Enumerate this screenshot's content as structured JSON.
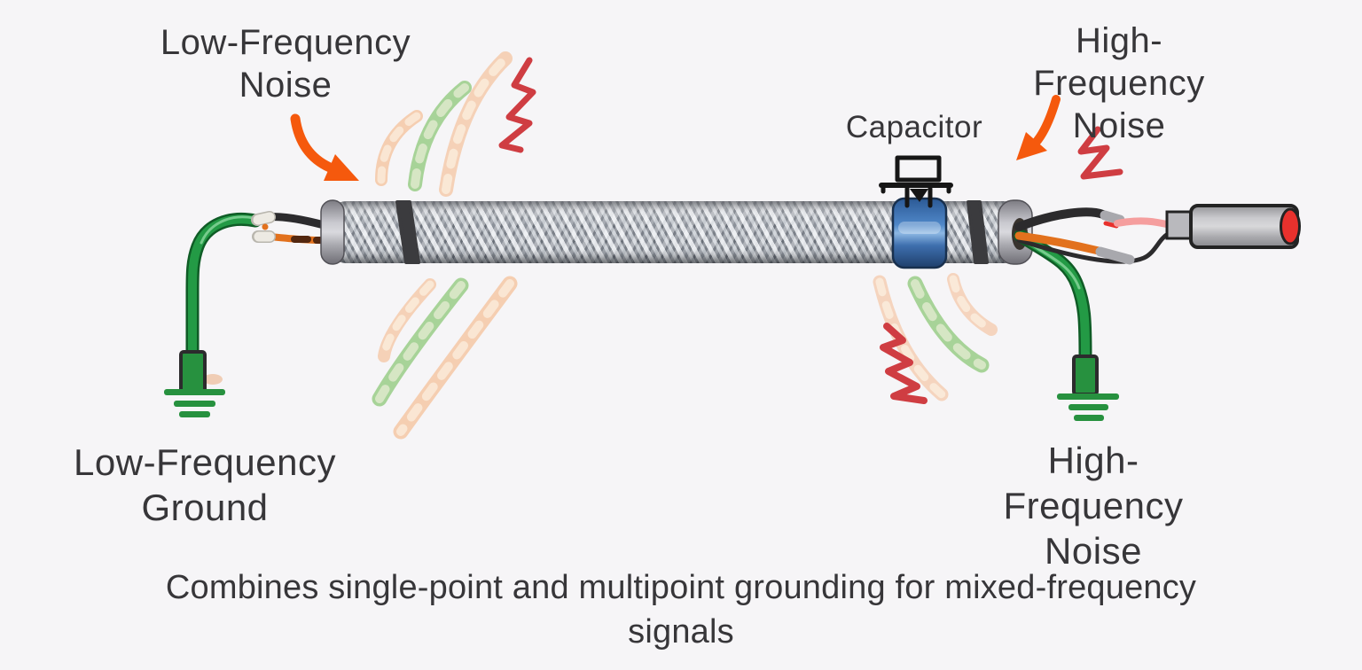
{
  "diagram": {
    "title_region": "hybrid-grounding-shielded-cable",
    "labels": {
      "lf_noise": "Low-Frequency\nNoise",
      "hf_noise_top": "High-Frequency\nNoise",
      "capacitor": "Capacitor",
      "lf_ground": "Low-Frequency\nGround",
      "hf_noise_bottom": "High-Frequency\nNoise",
      "caption": "Combines single-point and multipoint grounding for mixed-frequency\nsignals"
    }
  },
  "colors": {
    "background": "#f6f5f7",
    "text": "#373639",
    "arrow_orange": "#f5590d",
    "zigzag_red": "#cf3d42",
    "wave_orange": "#f4ad78",
    "wave_green": "#94cb7f",
    "wave_dash": "#fdf6ea",
    "wire_green": "#239a45",
    "wire_green_dark": "#0f5c26",
    "wire_green_light": "#7fd094",
    "ground_green": "#27913f",
    "wire_black": "#2c2b2d",
    "wire_orange": "#e2711d",
    "wire_orange_dark": "#53270f",
    "wire_pink": "#f59e9e",
    "ferrule_gray": "#a8a8ad",
    "crimp_white": "#edeae3",
    "crimp_edge": "#b9b6ae",
    "capacitor_blue_dark": "#18304e",
    "connector_red": "#e8312d",
    "outline_dark": "#232323",
    "symbol_black": "#161616"
  }
}
